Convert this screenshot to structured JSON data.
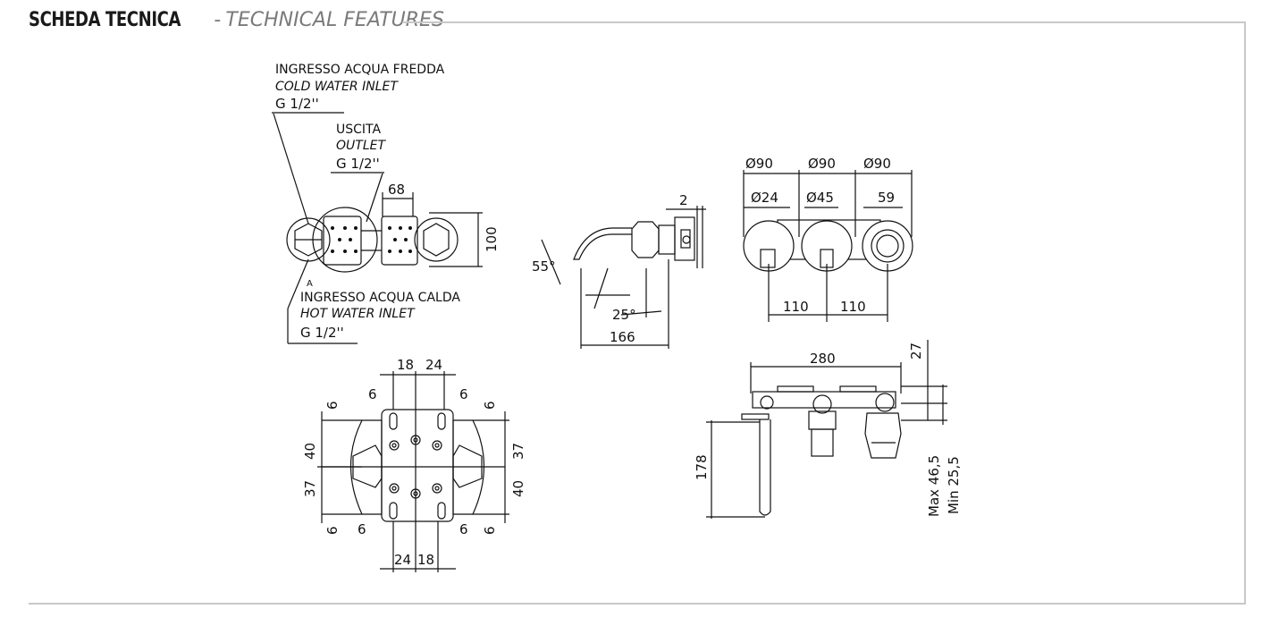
{
  "header": {
    "title_main": "SCHEDA TECNICA",
    "separator": "-",
    "title_sub": "TECHNICAL FEATURES"
  },
  "callouts": {
    "cold_inlet_it": "INGRESSO ACQUA FREDDA",
    "cold_inlet_en": "COLD WATER INLET",
    "cold_inlet_size": "G 1/2''",
    "outlet_it": "USCITA",
    "outlet_en": "OUTLET",
    "outlet_size": "G 1/2''",
    "hot_inlet_it": "INGRESSO ACQUA CALDA",
    "hot_inlet_en": "HOT WATER INLET",
    "hot_inlet_size": "G 1/2''",
    "marker_a": "A"
  },
  "dimensions": {
    "top_view_width": "68",
    "top_view_height": "100",
    "side_gap": "2",
    "spout_angle": "55°",
    "tilt_angle": "25°",
    "spout_length": "166",
    "dia_left": "Ø90",
    "dia_mid": "Ø90",
    "dia_right": "Ø90",
    "dia_spout": "Ø24",
    "dia_handle": "Ø45",
    "dim_59": "59",
    "spacing_1": "110",
    "spacing_2": "110",
    "plate_top_a": "18",
    "plate_top_b": "24",
    "plate_bot_a": "24",
    "plate_bot_b": "18",
    "six": "6",
    "forty": "40",
    "thirty_seven": "37",
    "overall": "280",
    "depth_27": "27",
    "height_178": "178",
    "max_depth": "Max 46,5",
    "min_depth": "Min 25,5"
  }
}
